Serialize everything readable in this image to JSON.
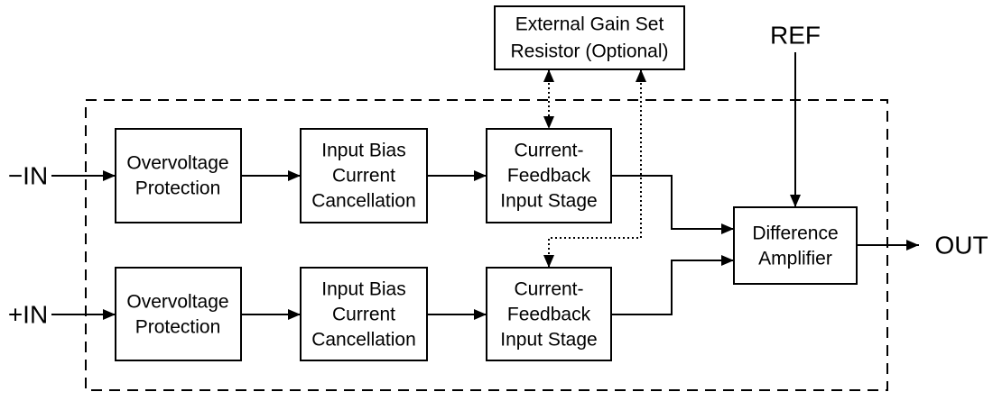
{
  "diagram_type": "instrumentation-amplifier-functional-block-diagram",
  "colors": {
    "ink": "#000000",
    "background": "#ffffff"
  },
  "labels": {
    "input_negative": "−IN",
    "input_positive": "+IN",
    "reference": "REF",
    "output": "OUT"
  },
  "blocks": {
    "external_gain_resistor": {
      "line1": "External Gain Set",
      "line2": "Resistor (Optional)"
    },
    "overvoltage_protection": {
      "line1": "Overvoltage",
      "line2": "Protection"
    },
    "input_bias_current_cancellation": {
      "line1": "Input Bias",
      "line2": "Current",
      "line3": "Cancellation"
    },
    "current_feedback_input_stage": {
      "line1": "Current-",
      "line2": "Feedback",
      "line3": "Input Stage"
    },
    "difference_amplifier": {
      "line1": "Difference",
      "line2": "Amplifier"
    }
  }
}
